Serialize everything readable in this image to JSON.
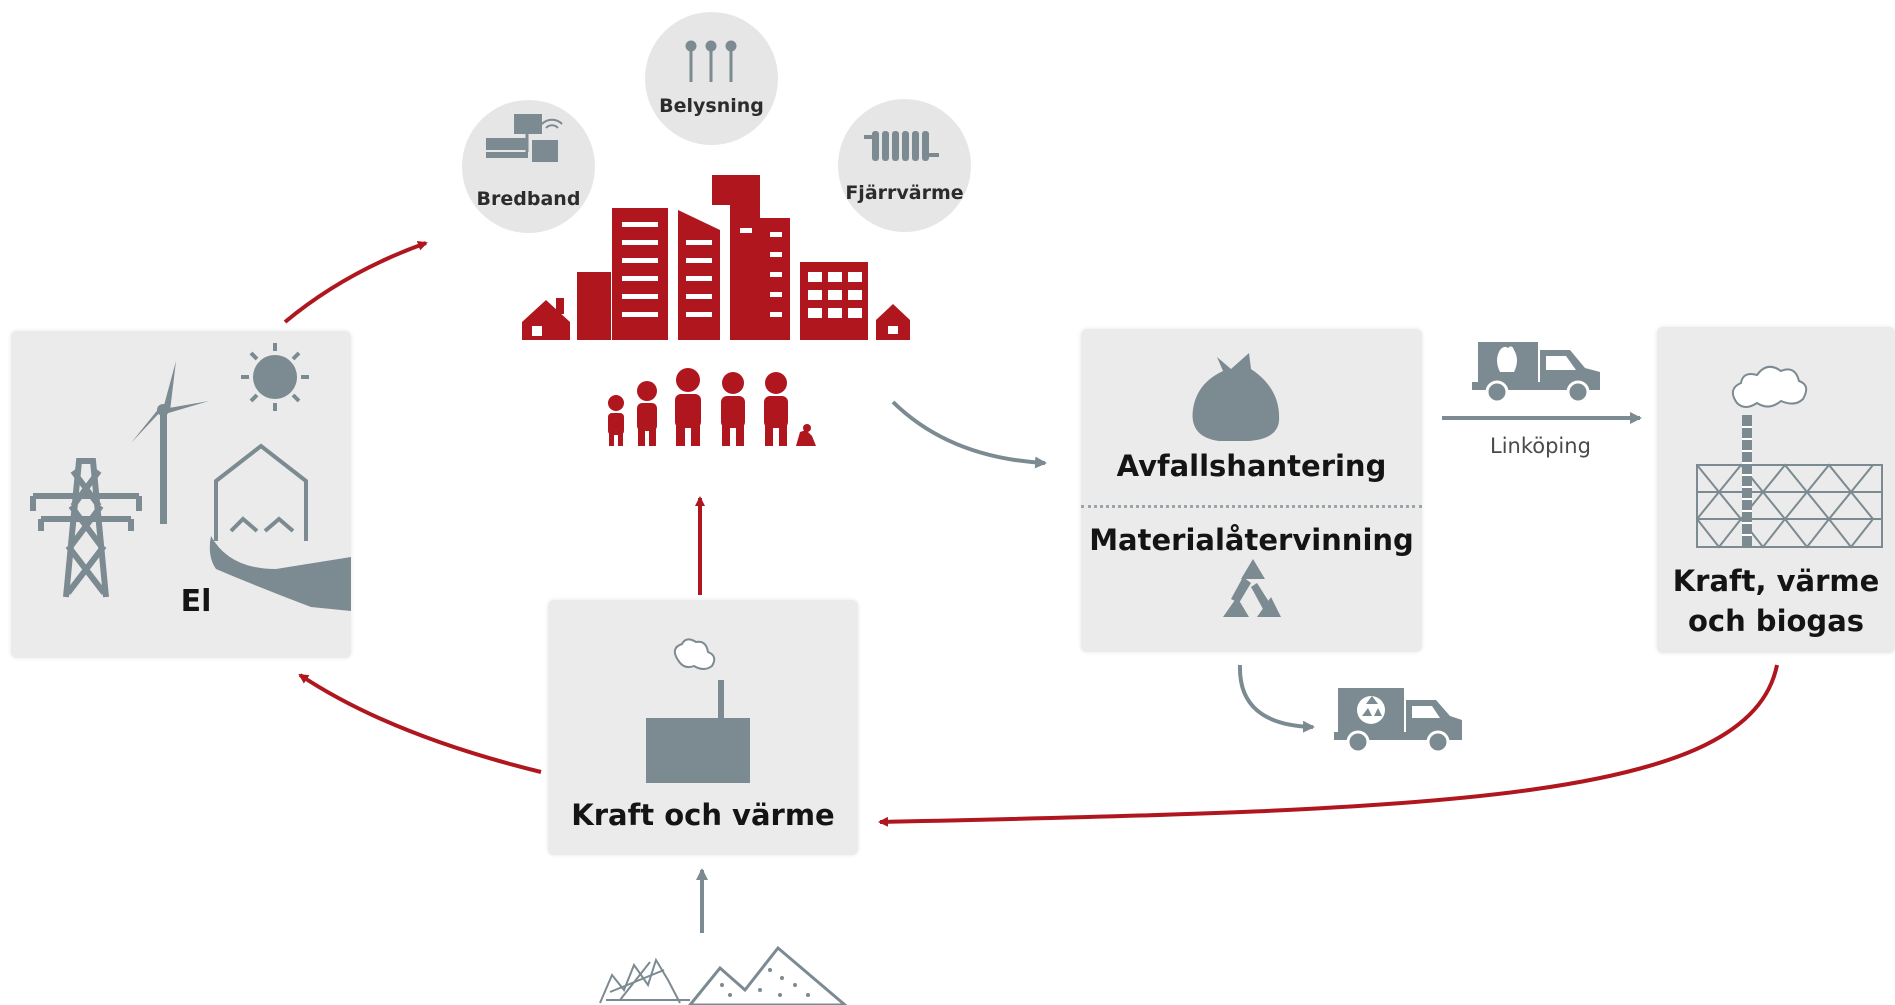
{
  "nodes": {
    "el": {
      "label": "El"
    },
    "kraft_varme": {
      "label": "Kraft och värme"
    },
    "avfall": {
      "label": "Avfallshantering",
      "label2": "Materialåtervinning"
    },
    "kraft_biogas": {
      "label_line1": "Kraft, värme",
      "label_line2": "och biogas"
    }
  },
  "services": {
    "bredband": "Bredband",
    "belysning": "Belysning",
    "fjarrvarme": "Fjärrvärme"
  },
  "route_label": "Linköping",
  "icons": {
    "city": "city-buildings-icon",
    "people": "family-icon",
    "pylon": "power-pylon-icon",
    "turbine": "wind-turbine-icon",
    "sun": "sun-icon",
    "home_hand": "house-in-hand-icon",
    "factory": "factory-icon",
    "bag": "garbage-bag-icon",
    "recycle": "recycle-icon",
    "truck": "truck-icon",
    "plant": "incineration-plant-icon",
    "fuel": "fuel-piles-icon"
  },
  "colors": {
    "red": "#b0161e",
    "grey_icon": "#7c8a91",
    "arrow_grey": "#8a979e",
    "box_bg": "#ebebeb"
  }
}
